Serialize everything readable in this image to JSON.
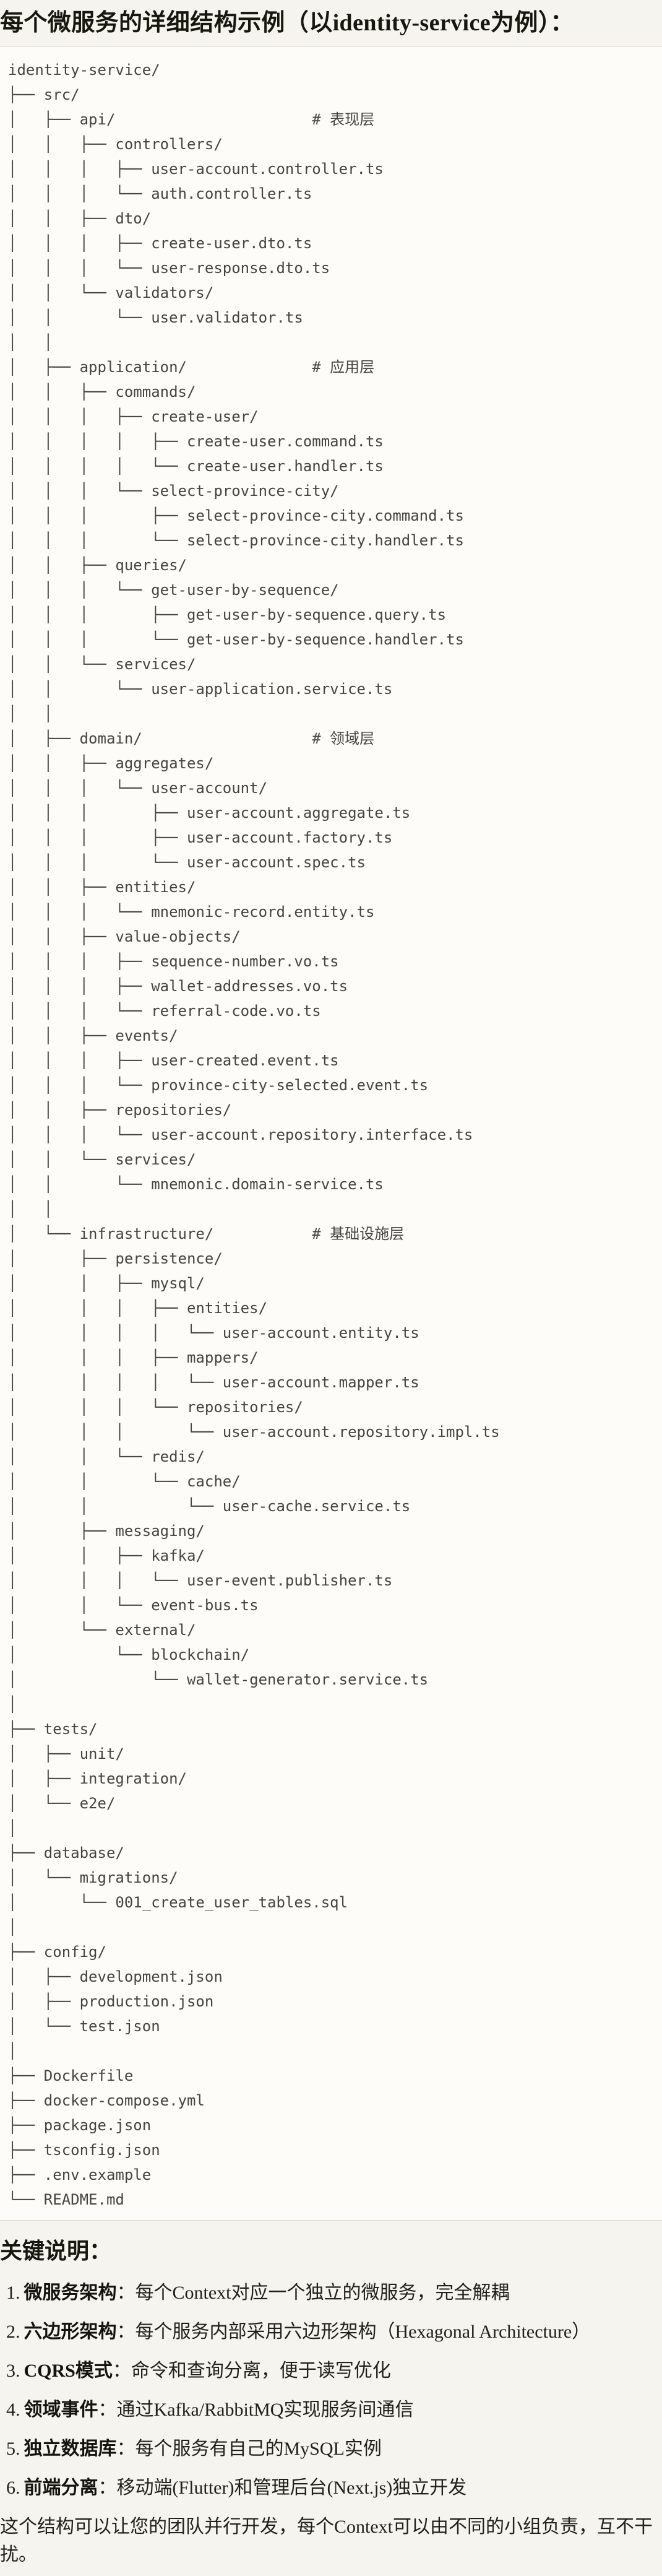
{
  "theme": {
    "page-bg": "#F6F4EF",
    "code-bg": "#FDFCF9",
    "border-color": "#DFDCD4",
    "code-text": "#454440",
    "body-text": "#21201B",
    "title-text": "#17160F"
  },
  "title": "每个微服务的详细结构示例（以identity-service为例）：",
  "code_block": {
    "language": "plaintext",
    "lines": [
      "identity-service/",
      "├── src/",
      "│   ├── api/                      # 表现层",
      "│   │   ├── controllers/",
      "│   │   │   ├── user-account.controller.ts",
      "│   │   │   └── auth.controller.ts",
      "│   │   ├── dto/",
      "│   │   │   ├── create-user.dto.ts",
      "│   │   │   └── user-response.dto.ts",
      "│   │   └── validators/",
      "│   │       └── user.validator.ts",
      "│   │",
      "│   ├── application/              # 应用层",
      "│   │   ├── commands/",
      "│   │   │   ├── create-user/",
      "│   │   │   │   ├── create-user.command.ts",
      "│   │   │   │   └── create-user.handler.ts",
      "│   │   │   └── select-province-city/",
      "│   │   │       ├── select-province-city.command.ts",
      "│   │   │       └── select-province-city.handler.ts",
      "│   │   ├── queries/",
      "│   │   │   └── get-user-by-sequence/",
      "│   │   │       ├── get-user-by-sequence.query.ts",
      "│   │   │       └── get-user-by-sequence.handler.ts",
      "│   │   └── services/",
      "│   │       └── user-application.service.ts",
      "│   │",
      "│   ├── domain/                   # 领域层",
      "│   │   ├── aggregates/",
      "│   │   │   └── user-account/",
      "│   │   │       ├── user-account.aggregate.ts",
      "│   │   │       ├── user-account.factory.ts",
      "│   │   │       └── user-account.spec.ts",
      "│   │   ├── entities/",
      "│   │   │   └── mnemonic-record.entity.ts",
      "│   │   ├── value-objects/",
      "│   │   │   ├── sequence-number.vo.ts",
      "│   │   │   ├── wallet-addresses.vo.ts",
      "│   │   │   └── referral-code.vo.ts",
      "│   │   ├── events/",
      "│   │   │   ├── user-created.event.ts",
      "│   │   │   └── province-city-selected.event.ts",
      "│   │   ├── repositories/",
      "│   │   │   └── user-account.repository.interface.ts",
      "│   │   └── services/",
      "│   │       └── mnemonic.domain-service.ts",
      "│   │",
      "│   └── infrastructure/           # 基础设施层",
      "│       ├── persistence/",
      "│       │   ├── mysql/",
      "│       │   │   ├── entities/",
      "│       │   │   │   └── user-account.entity.ts",
      "│       │   │   ├── mappers/",
      "│       │   │   │   └── user-account.mapper.ts",
      "│       │   │   └── repositories/",
      "│       │   │       └── user-account.repository.impl.ts",
      "│       │   └── redis/",
      "│       │       └── cache/",
      "│       │           └── user-cache.service.ts",
      "│       ├── messaging/",
      "│       │   ├── kafka/",
      "│       │   │   └── user-event.publisher.ts",
      "│       │   └── event-bus.ts",
      "│       └── external/",
      "│           └── blockchain/",
      "│               └── wallet-generator.service.ts",
      "│",
      "├── tests/",
      "│   ├── unit/",
      "│   ├── integration/",
      "│   └── e2e/",
      "│",
      "├── database/",
      "│   └── migrations/",
      "│       └── 001_create_user_tables.sql",
      "│",
      "├── config/",
      "│   ├── development.json",
      "│   ├── production.json",
      "│   └── test.json",
      "│",
      "├── Dockerfile",
      "├── docker-compose.yml",
      "├── package.json",
      "├── tsconfig.json",
      "├── .env.example",
      "└── README.md"
    ]
  },
  "notes": {
    "heading": "关键说明：",
    "items": [
      {
        "num": "1.",
        "term": "微服务架构",
        "sep": "：",
        "desc": "每个Context对应一个独立的微服务，完全解耦"
      },
      {
        "num": "2.",
        "term": "六边形架构",
        "sep": "：",
        "desc": "每个服务内部采用六边形架构（Hexagonal Architecture）"
      },
      {
        "num": "3.",
        "term": "CQRS模式",
        "sep": "：",
        "desc": "命令和查询分离，便于读写优化"
      },
      {
        "num": "4.",
        "term": "领域事件",
        "sep": "：",
        "desc": "通过Kafka/RabbitMQ实现服务间通信"
      },
      {
        "num": "5.",
        "term": "独立数据库",
        "sep": "：",
        "desc": "每个服务有自己的MySQL实例"
      },
      {
        "num": "6.",
        "term": "前端分离",
        "sep": "：",
        "desc": "移动端(Flutter)和管理后台(Next.js)独立开发"
      }
    ],
    "closing": "这个结构可以让您的团队并行开发，每个Context可以由不同的小组负责，互不干扰。"
  }
}
